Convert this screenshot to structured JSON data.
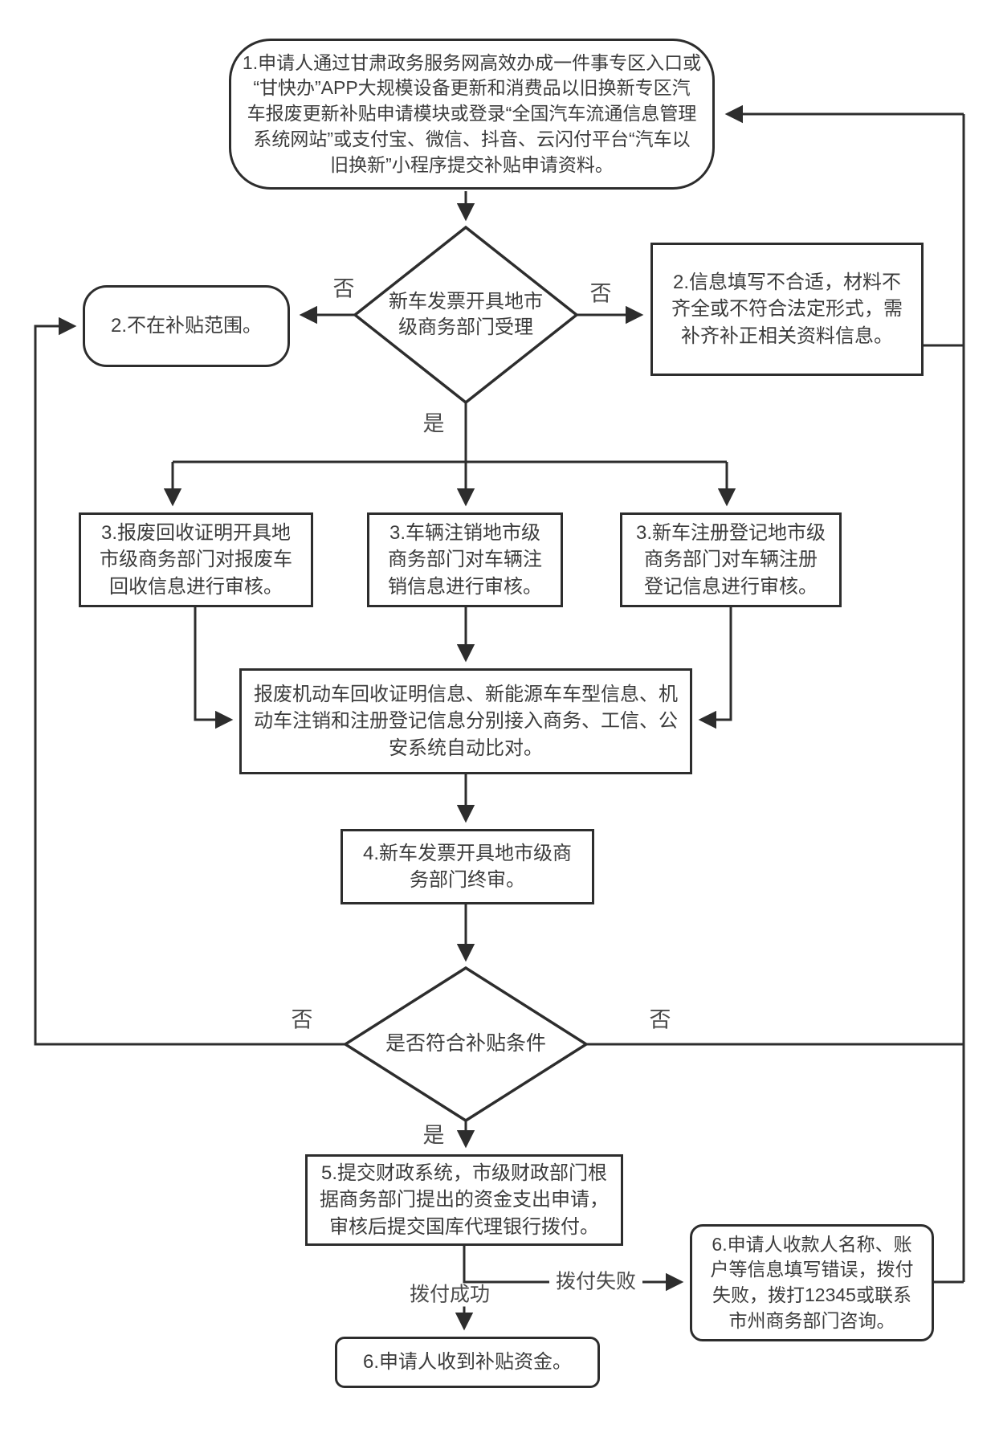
{
  "colors": {
    "line": "#2d2d2d",
    "border": "#2d2d2d",
    "text": "#3c3c3c",
    "background": "#ffffff"
  },
  "labels": {
    "yes": "是",
    "no": "否",
    "pay_success": "拨付成功",
    "pay_fail": "拨付失败"
  },
  "nodes": {
    "start": {
      "text": "1.申请人通过甘肃政务服务网高效办成一件事专区入口或\n“甘快办”APP大规模设备更新和消费品以旧换新专区汽\n车报废更新补贴申请模块或登录“全国汽车流通信息管理\n系统网站”或支付宝、微信、抖音、云闪付平台“汽车以\n旧换新”小程序提交补贴申请资料。"
    },
    "decision_accept": {
      "text": "新车发票开具地市\n级商务部门受理"
    },
    "out_of_scope": {
      "text": "2.不在补贴范围。"
    },
    "fix_materials": {
      "text": "2.信息填写不合适，材料不\n齐全或不符合法定形式，需\n补齐补正相关资料信息。"
    },
    "audit_scrap": {
      "text": "3.报废回收证明开具地\n市级商务部门对报废车\n回收信息进行审核。"
    },
    "audit_deregister": {
      "text": "3.车辆注销地市级\n商务部门对车辆注\n销信息进行审核。"
    },
    "audit_register": {
      "text": "3.新车注册登记地市级\n商务部门对车辆注册\n登记信息进行审核。"
    },
    "auto_compare": {
      "text": "报废机动车回收证明信息、新能源车车型信息、机\n动车注销和注册登记信息分别接入商务、工信、公\n安系统自动比对。"
    },
    "final_review": {
      "text": "4.新车发票开具地市级商\n务部门终审。"
    },
    "decision_eligible": {
      "text": "是否符合补贴条件"
    },
    "finance_submit": {
      "text": "5.提交财政系统，市级财政部门根\n据商务部门提出的资金支出申请，\n审核后提交国库代理银行拨付。"
    },
    "payment_failed_info": {
      "text": "6.申请人收款人名称、账\n户等信息填写错误，拨付\n失败，拨打12345或联系\n市州商务部门咨询。"
    },
    "received_funds": {
      "text": "6.申请人收到补贴资金。"
    }
  }
}
